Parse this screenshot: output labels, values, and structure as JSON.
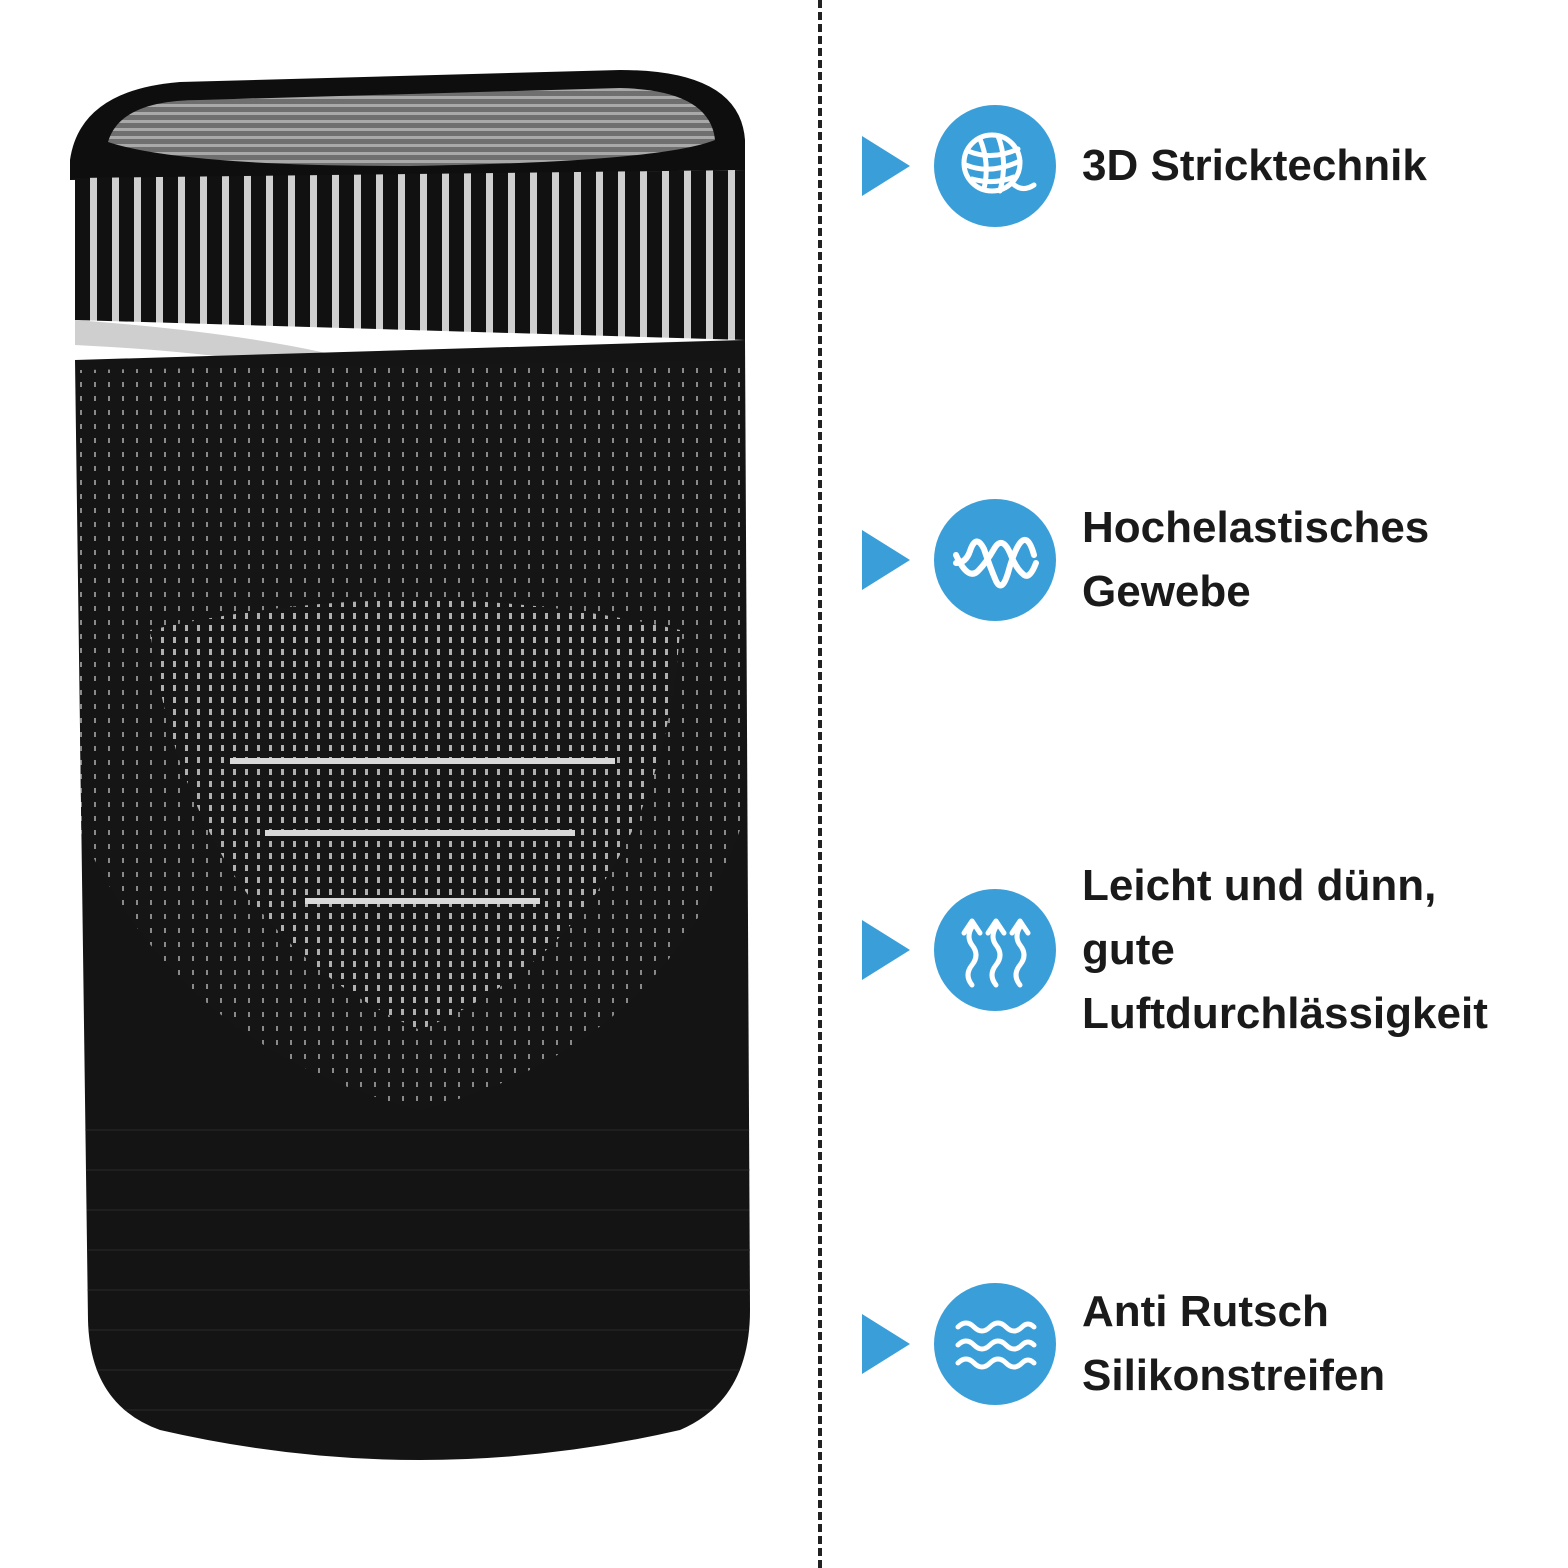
{
  "colors": {
    "accent": "#3a9fd8",
    "text": "#1a1a1a",
    "sleeve": "#111111",
    "knit_light": "#d8d8d8"
  },
  "features": [
    {
      "icon": "yarn-ball-icon",
      "lines": [
        "3D Stricktechnik"
      ]
    },
    {
      "icon": "elastic-wave-icon",
      "lines": [
        "Hochelastisches",
        "Gewebe"
      ]
    },
    {
      "icon": "breathable-arrows-icon",
      "lines": [
        "Leicht und dünn,",
        "gute",
        "Luftdurchlässigkeit"
      ]
    },
    {
      "icon": "anti-slip-waves-icon",
      "lines": [
        "Anti Rutsch",
        "Silikonstreifen"
      ]
    }
  ]
}
